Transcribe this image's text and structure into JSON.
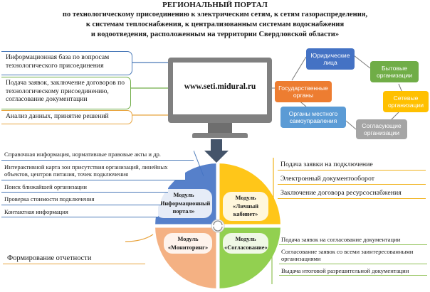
{
  "title": {
    "line1": "РЕГИОНАЛЬНЫЙ ПОРТАЛ",
    "line2": "по технологическому присоединению к электрическим сетям, к сетям газораспределения,",
    "line3": "к системам теплоснабжения, к централизованным системам водоснабжения",
    "line4": "и водоотведения, расположенным на территории Свердловской области»"
  },
  "left_boxes": [
    {
      "text": "Информационная база по вопросам технологического присоединения",
      "color": "#4a79b8"
    },
    {
      "text": "Подача заявок, заключение договоров по технологическому присоединению, согласование документации",
      "color": "#70ad47"
    },
    {
      "text": "Анализ данных, принятие решений",
      "color": "#e8a33c"
    }
  ],
  "site_url": "www.seti.midural.ru",
  "bubbles": [
    {
      "label": "Юридические лица",
      "color": "#4472c4"
    },
    {
      "label": "Бытовые организации",
      "color": "#70ad47"
    },
    {
      "label": "Государственные органы",
      "color": "#ed7d31"
    },
    {
      "label": "Сетевые организации",
      "color": "#ffc000"
    },
    {
      "label": "Органы местного самоуправления",
      "color": "#5b9bd5"
    },
    {
      "label": "Согласующие организации",
      "color": "#a5a5a5"
    }
  ],
  "modules": {
    "info": {
      "label": "Модуль «Информационный портал»",
      "color": "#4472c4"
    },
    "cabinet": {
      "label": "Модуль «Личный кабинет»",
      "color": "#ffc000"
    },
    "monitoring": {
      "label": "Модуль «Мониторинг»",
      "color": "#f4b183"
    },
    "approval": {
      "label": "Модуль «Согласование»",
      "color": "#92d050"
    }
  },
  "info_list": [
    "Справочная информация, нормативные правовые акты и др.",
    "Интерактивной карта зон присутствия организаций, линейных объектов, центров питания, точек подключения",
    "Поиск ближайшей организации",
    "Проверка стоимости подключения",
    "Контактная информация"
  ],
  "cabinet_list": [
    "Подача заявки на подключение",
    "Электронный документооборот",
    "Заключение договора ресурсоснабжения"
  ],
  "monitoring_list": [
    "Формирование отчетности"
  ],
  "approval_list": [
    "Подача заявок на согласование документации",
    "Согласование заявок со всеми заинтересованными организациями",
    "Выдача итоговой разрешительной документации"
  ]
}
